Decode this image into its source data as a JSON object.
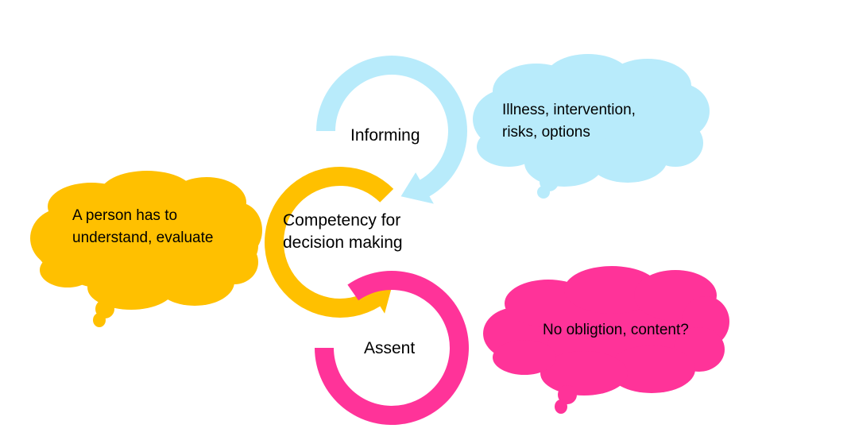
{
  "colors": {
    "informing": "#B8EBFB",
    "competency": "#FFC000",
    "assent": "#FF3399",
    "text": "#000000",
    "background": "#FFFFFF"
  },
  "cycle": [
    {
      "id": "informing",
      "label": "Informing"
    },
    {
      "id": "competency",
      "label_line1": "Competency for",
      "label_line2": "decision making"
    },
    {
      "id": "assent",
      "label": "Assent"
    }
  ],
  "clouds": {
    "informing": {
      "line1": "Illness, intervention,",
      "line2": "risks, options"
    },
    "competency": {
      "line1": "A person has to",
      "line2": "understand, evaluate"
    },
    "assent": {
      "line1": "No obligtion, content?"
    }
  }
}
